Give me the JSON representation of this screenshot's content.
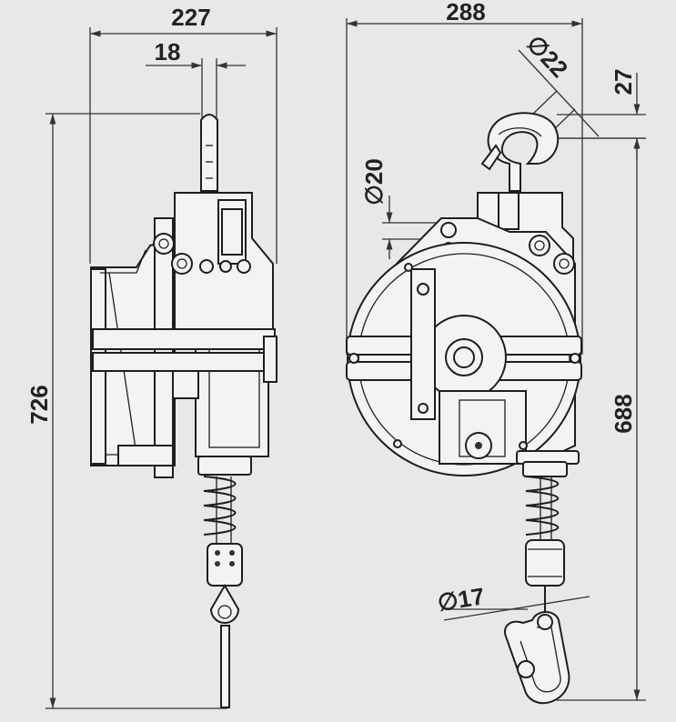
{
  "dimensions": {
    "width_side": "227",
    "rope_width": "18",
    "total_height": "726",
    "width_front": "288",
    "hook_diameter": "∅22",
    "hook_offset": "27",
    "mount_hole": "∅20",
    "height_front": "688",
    "carabiner_diameter": "∅17"
  },
  "colors": {
    "background": "#e8e8e8",
    "line": "#1e1e1e",
    "fill": "#f3f3f3"
  }
}
